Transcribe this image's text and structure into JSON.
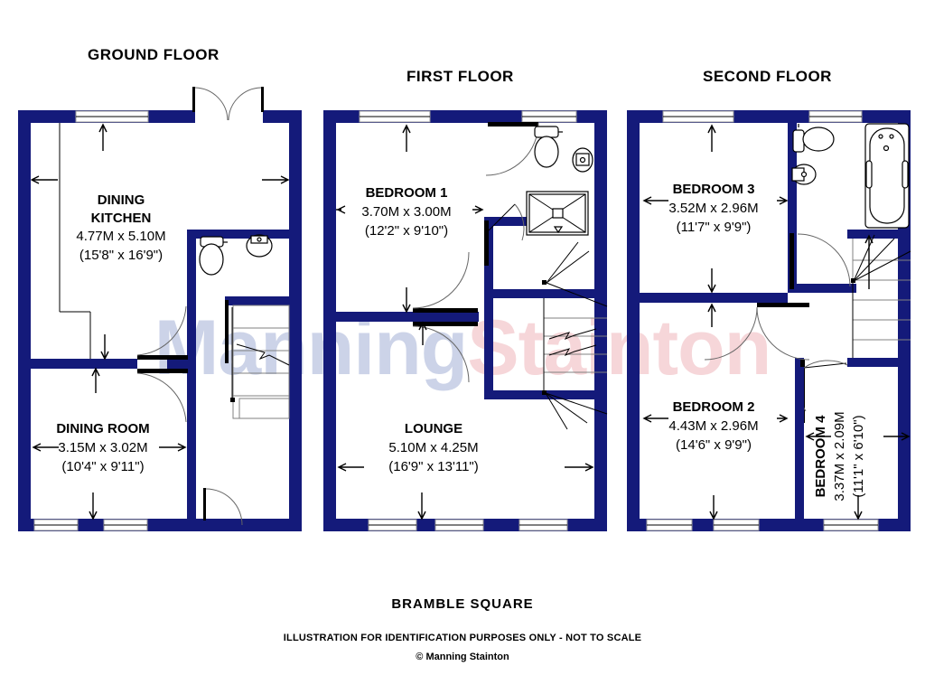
{
  "document": {
    "type": "floor-plan",
    "address": "BRAMBLE SQUARE",
    "disclaimer": "ILLUSTRATION FOR IDENTIFICATION PURPOSES ONLY - NOT TO SCALE",
    "copyright": "© Manning Stainton",
    "watermark": {
      "part1": "Manning",
      "part2": "Stainton",
      "color1": "#ccd3e8",
      "color2": "#f6d6d9"
    },
    "wall_color": "#141a7a",
    "background_color": "#ffffff",
    "text_color": "#000000"
  },
  "floors": [
    {
      "id": "ground",
      "title": "GROUND FLOOR",
      "rooms": [
        {
          "name": "DINING",
          "name2": "KITCHEN",
          "metric": "4.77M x 5.10M",
          "imperial": "(15'8\" x 16'9\")"
        },
        {
          "name": "DINING ROOM",
          "metric": "3.15M x 3.02M",
          "imperial": "(10'4\" x 9'11\")"
        }
      ]
    },
    {
      "id": "first",
      "title": "FIRST FLOOR",
      "rooms": [
        {
          "name": "BEDROOM 1",
          "metric": "3.70M x 3.00M",
          "imperial": "(12'2\" x 9'10\")"
        },
        {
          "name": "LOUNGE",
          "metric": "5.10M x 4.25M",
          "imperial": "(16'9\" x 13'11\")"
        }
      ]
    },
    {
      "id": "second",
      "title": "SECOND FLOOR",
      "rooms": [
        {
          "name": "BEDROOM 3",
          "metric": "3.52M x 2.96M",
          "imperial": "(11'7\" x 9'9\")"
        },
        {
          "name": "BEDROOM 2",
          "metric": "4.43M x 2.96M",
          "imperial": "(14'6\" x 9'9\")"
        },
        {
          "name": "BEDROOM 4",
          "metric": "3.37M x 2.09M",
          "imperial": "(11'1\" x 6'10\")",
          "orientation": "vertical"
        }
      ]
    }
  ]
}
